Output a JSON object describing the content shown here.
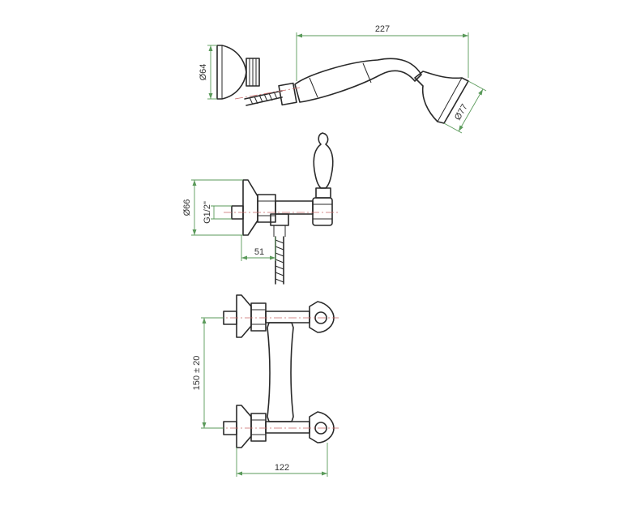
{
  "dimensions": {
    "handset_length": "227",
    "wall_bracket_diameter": "Ø64",
    "showerhead_diameter": "Ø77",
    "flange_diameter": "Ø66",
    "thread_size": "G1/2\"",
    "projection": "51",
    "center_distance": "150 ± 20",
    "overall_width": "122"
  },
  "colors": {
    "outline": "#2a2a2a",
    "dimension_line": "#5a9a5a",
    "centerline": "#c86a6a"
  }
}
